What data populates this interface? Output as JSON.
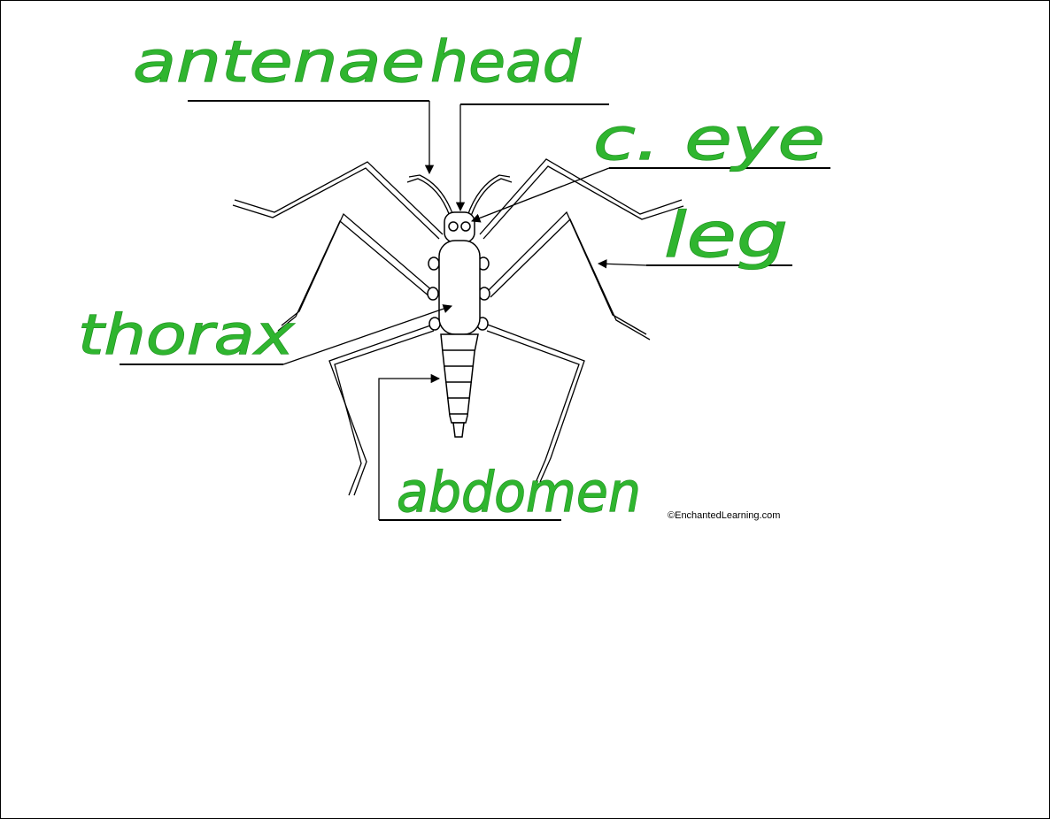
{
  "labels": {
    "antennae": "antenae",
    "head": "head",
    "compound_eye": "c. eye",
    "leg": "leg",
    "thorax": "thorax",
    "abdomen": "abdomen"
  },
  "credit": "©EnchantedLearning.com",
  "colors": {
    "annotation": "#2fb52f",
    "lines": "#000000",
    "background": "#ffffff"
  }
}
